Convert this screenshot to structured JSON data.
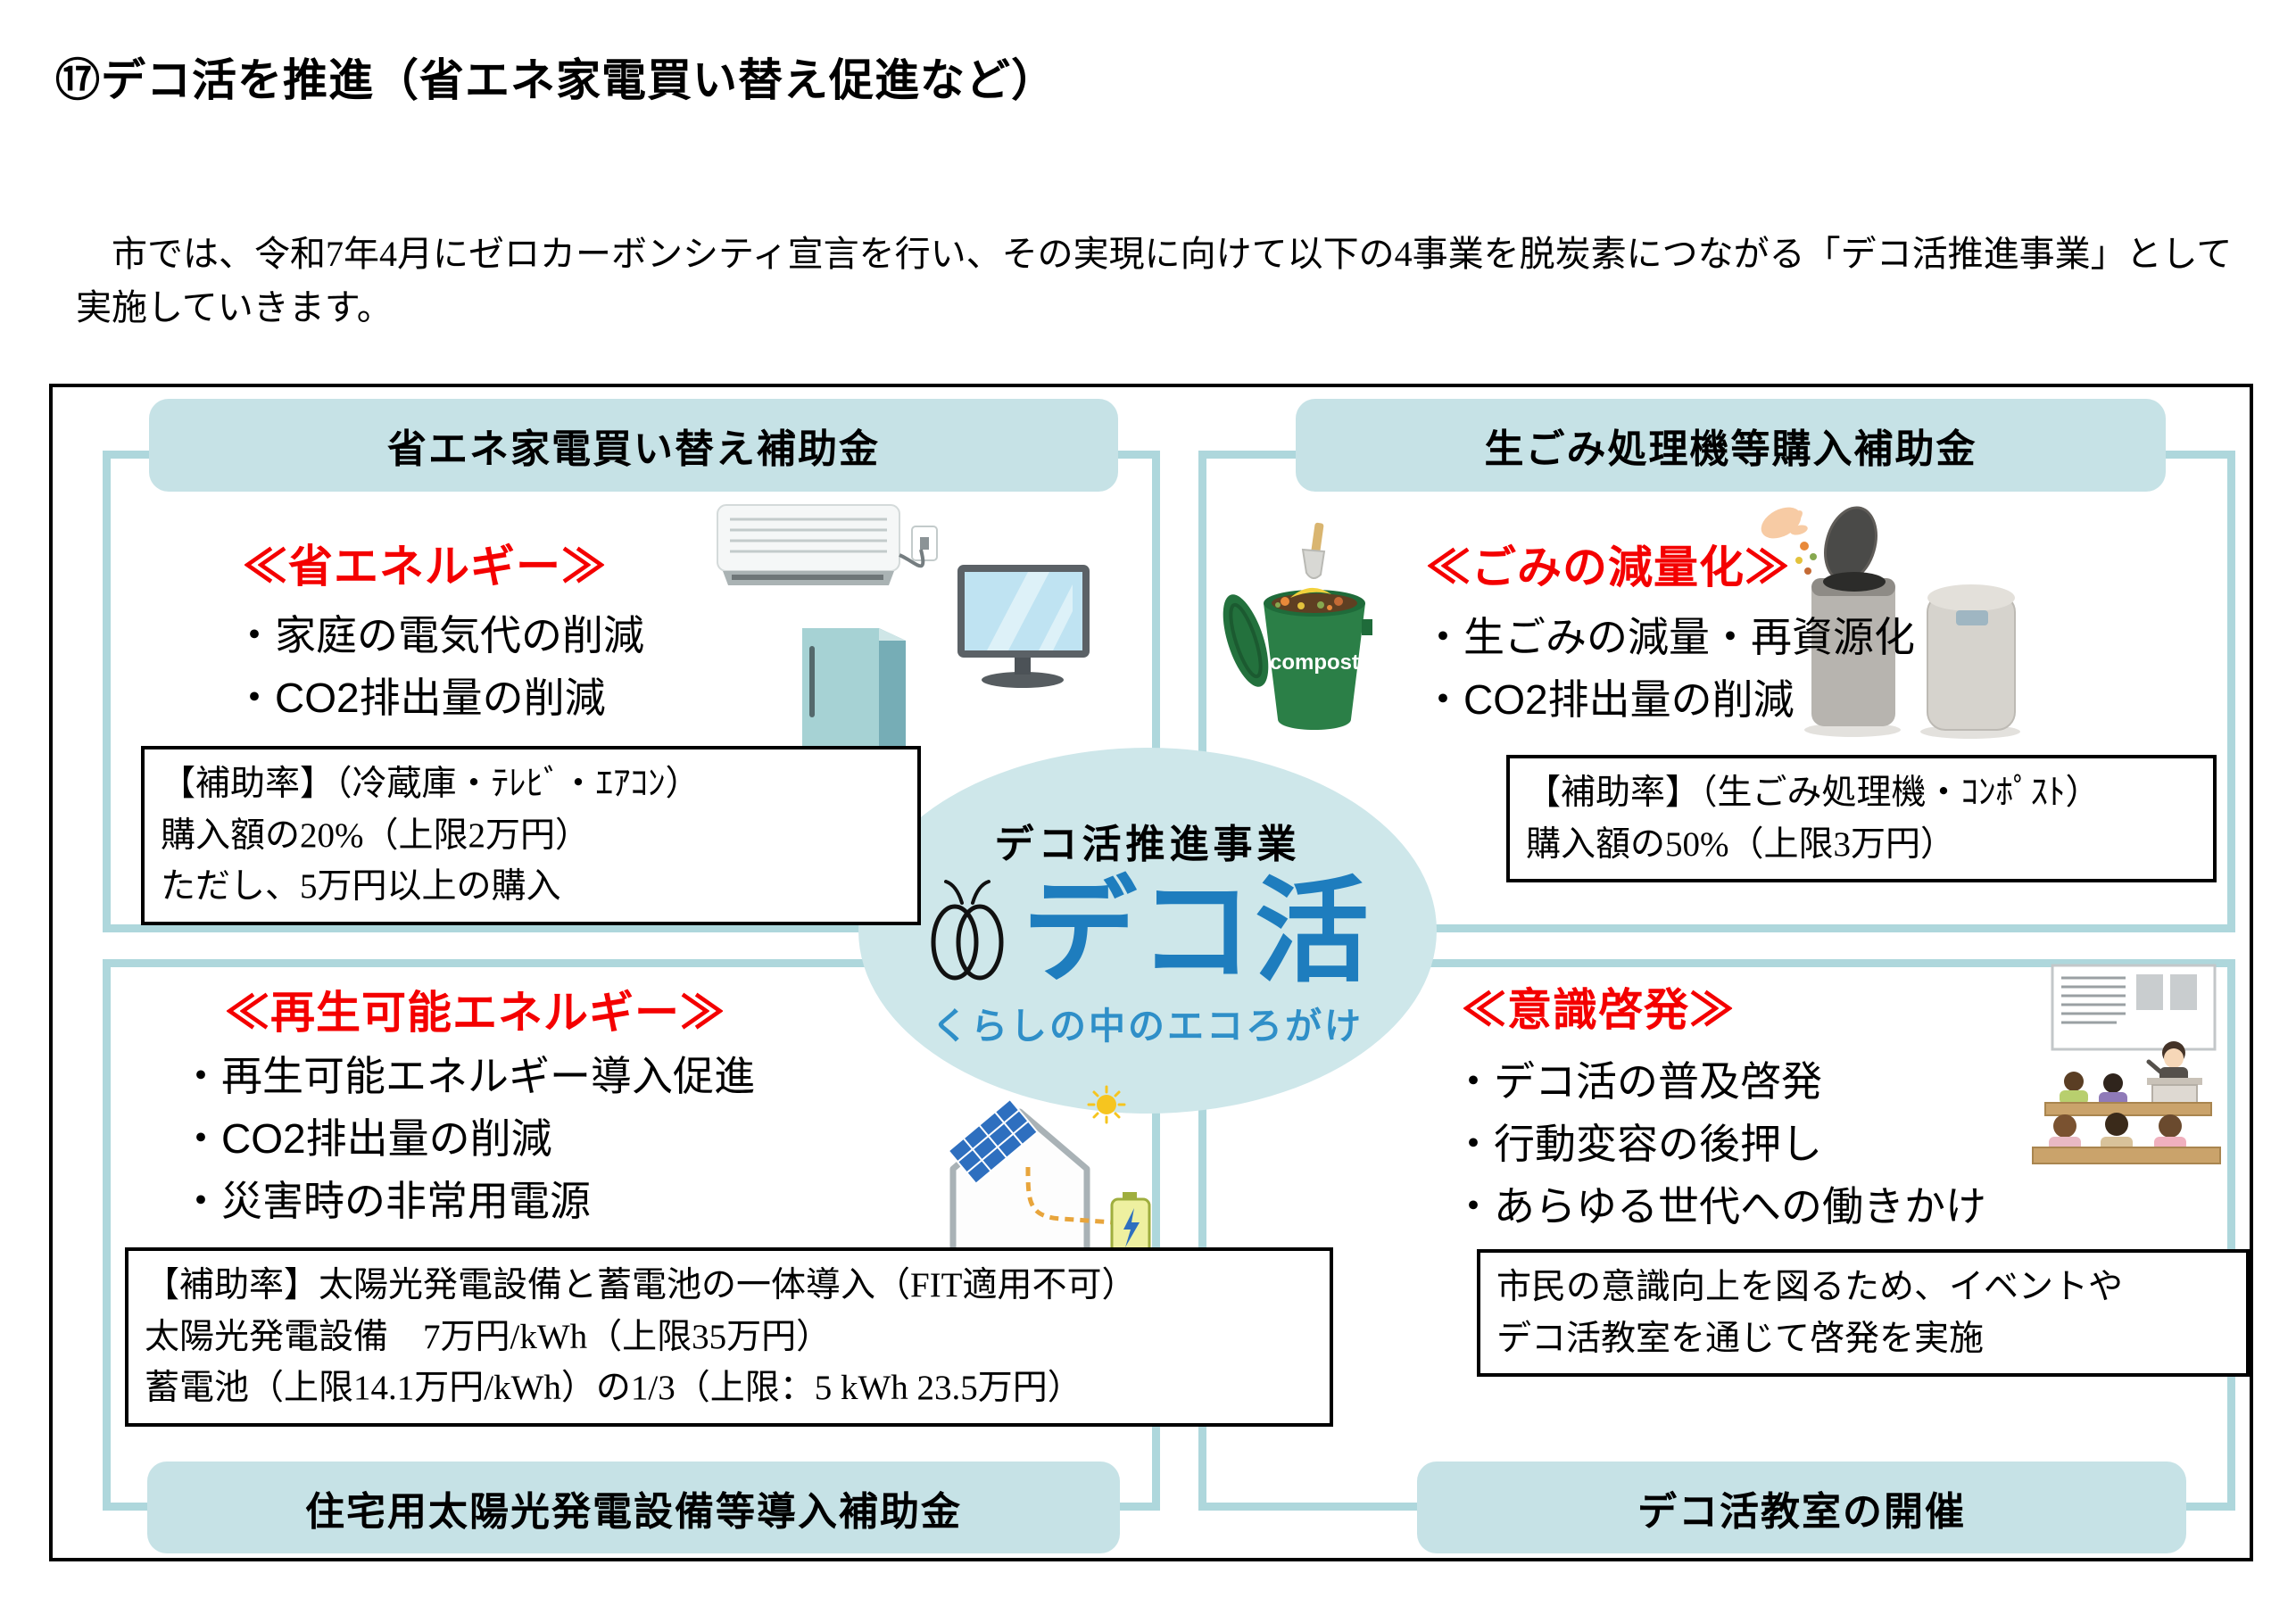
{
  "page": {
    "title": "⑰デコ活を推進（省エネ家電買い替え促進など）",
    "intro": "　市では、令和7年4月にゼロカーボンシティ宣言を行い、その実現に向けて以下の4事業を脱炭素につながる「デコ活推進事業」として実施していきます。"
  },
  "center": {
    "program_label": "デコ活推進事業",
    "logo_text": "デコ活",
    "logo_tagline": "くらしの中のエコろがけ"
  },
  "quadrants": {
    "energy_saving": {
      "header": "省エネ家電買い替え補助金",
      "category": "≪省エネルギー≫",
      "bullets": [
        "・家庭の電気代の削減",
        "・CO2排出量の削減"
      ],
      "note_lines": [
        "【補助率】（冷蔵庫・ﾃﾚﾋﾞ・ｴｱｺﾝ）",
        "購入額の20%（上限2万円）",
        "ただし、5万円以上の購入"
      ]
    },
    "garbage_reduction": {
      "header": "生ごみ処理機等購入補助金",
      "category": "≪ごみの減量化≫",
      "bullets": [
        "・生ごみの減量・再資源化",
        "・CO2排出量の削減"
      ],
      "note_lines": [
        "【補助率】（生ごみ処理機・ｺﾝﾎﾟｽﾄ）",
        "購入額の50%（上限3万円）"
      ],
      "compost_label": "compost"
    },
    "renewable_energy": {
      "footer": "住宅用太陽光発電設備等導入補助金",
      "category": "≪再生可能エネルギー≫",
      "bullets": [
        "・再生可能エネルギー導入促進",
        "・CO2排出量の削減",
        "・災害時の非常用電源"
      ],
      "note_lines": [
        "【補助率】太陽光発電設備と蓄電池の一体導入（FIT適用不可）",
        "太陽光発電設備　7万円/kWh（上限35万円）",
        "蓄電池（上限14.1万円/kWh）の1/3（上限：5 kWh 23.5万円）"
      ]
    },
    "awareness": {
      "footer": "デコ活教室の開催",
      "category": "≪意識啓発≫",
      "bullets": [
        "・デコ活の普及啓発",
        "・行動変容の後押し",
        "・あらゆる世代への働きかけ"
      ],
      "note_lines": [
        "市民の意識向上を図るため、イベントや",
        "デコ活教室を通じて啓発を実施"
      ]
    }
  },
  "colors": {
    "quadrant_border": "#aed7dc",
    "pill_background": "#c6e2e6",
    "ellipse_background": "#cee7ea",
    "category_red": "#f40000",
    "logo_blue": "#1e7dbe",
    "tagline_blue": "#2f8fc8"
  }
}
